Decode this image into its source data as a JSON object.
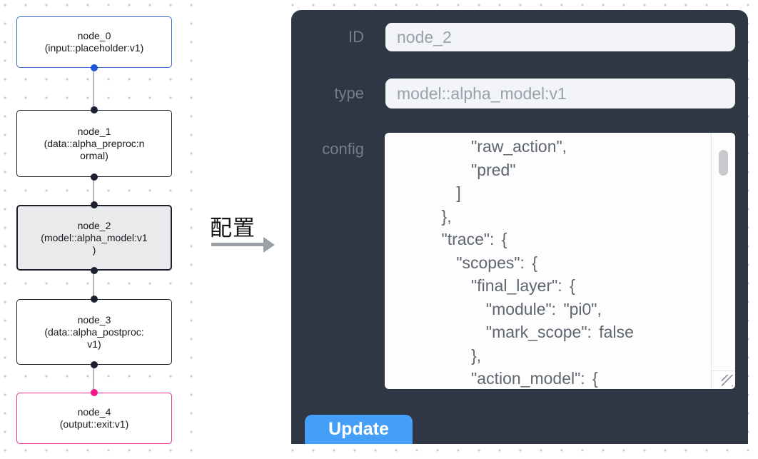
{
  "flow": {
    "nodes": [
      {
        "id": "node_0",
        "title": "node_0",
        "subtitle": "(input::placeholder:v1)",
        "variant": "input"
      },
      {
        "id": "node_1",
        "title": "node_1",
        "subtitle": "(data::alpha_preproc:n\normal)",
        "variant": "default"
      },
      {
        "id": "node_2",
        "title": "node_2",
        "subtitle": "(model::alpha_model:v1\n)",
        "variant": "selected"
      },
      {
        "id": "node_3",
        "title": "node_3",
        "subtitle": "(data::alpha_postproc:\nv1)",
        "variant": "default"
      },
      {
        "id": "node_4",
        "title": "node_4",
        "subtitle": "(output::exit:v1)",
        "variant": "output"
      }
    ]
  },
  "annotation": {
    "label": "配置"
  },
  "panel": {
    "fields": [
      {
        "label": "ID",
        "value": "node_2"
      },
      {
        "label": "type",
        "value": "model::alpha_model:v1"
      },
      {
        "label": "config"
      }
    ],
    "config_text": "        \"raw_action\",\n        \"pred\"\n      ]\n    },\n    \"trace\": {\n      \"scopes\": {\n        \"final_layer\": {\n          \"module\": \"pi0\",\n          \"mark_scope\": false\n        },\n        \"action_model\": {",
    "update_label": "Update"
  },
  "colors": {
    "panel-bg": "#2f3745",
    "input-bg": "#f2f4f7",
    "input-text": "#99a0ab",
    "label-text": "#757d89",
    "config-text": "#5f6670",
    "button-bg": "#459ef7",
    "button-text": "#ffffff",
    "node-default-border": "#1c1f2b",
    "node-input-border": "#3a67cf",
    "node-output-border": "#ee2d8c",
    "node-selected-bg": "#e9eaeb",
    "handle-input": "#1f57d8",
    "handle-default": "#1c2030",
    "handle-output": "#f1188c",
    "edge": "#b4b6bc",
    "dot": "#c9ccd1",
    "arrow": "#9aa0a6"
  }
}
